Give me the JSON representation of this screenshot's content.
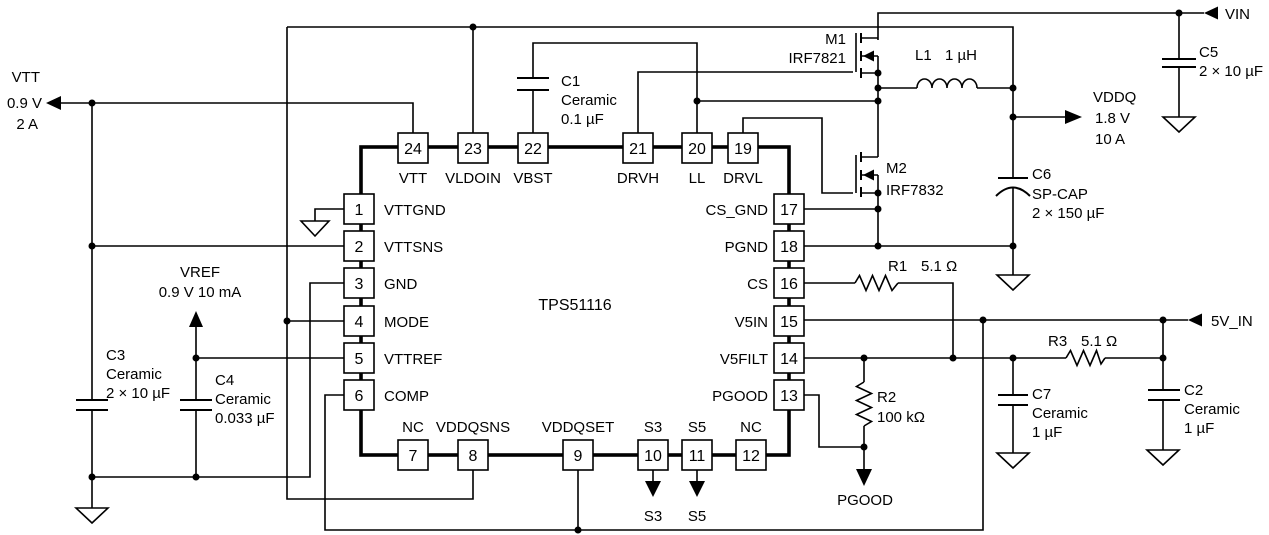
{
  "ic": {
    "part": "TPS51116"
  },
  "pins": {
    "top": [
      {
        "num": "24",
        "name": "VTT"
      },
      {
        "num": "23",
        "name": "VLDOIN"
      },
      {
        "num": "22",
        "name": "VBST"
      },
      {
        "num": "21",
        "name": "DRVH"
      },
      {
        "num": "20",
        "name": "LL"
      },
      {
        "num": "19",
        "name": "DRVL"
      }
    ],
    "left": [
      {
        "num": "1",
        "name": "VTTGND"
      },
      {
        "num": "2",
        "name": "VTTSNS"
      },
      {
        "num": "3",
        "name": "GND"
      },
      {
        "num": "4",
        "name": "MODE"
      },
      {
        "num": "5",
        "name": "VTTREF"
      },
      {
        "num": "6",
        "name": "COMP"
      }
    ],
    "right": [
      {
        "num": "17",
        "name": "CS_GND"
      },
      {
        "num": "18",
        "name": "PGND"
      },
      {
        "num": "16",
        "name": "CS"
      },
      {
        "num": "15",
        "name": "V5IN"
      },
      {
        "num": "14",
        "name": "V5FILT"
      },
      {
        "num": "13",
        "name": "PGOOD"
      }
    ],
    "bottom": [
      {
        "num": "7",
        "name": "NC"
      },
      {
        "num": "8",
        "name": "VDDQSNS"
      },
      {
        "num": "9",
        "name": "VDDQSET"
      },
      {
        "num": "10",
        "name": "S3"
      },
      {
        "num": "11",
        "name": "S5"
      },
      {
        "num": "12",
        "name": "NC"
      }
    ]
  },
  "nets": {
    "vtt": {
      "name": "VTT",
      "voltage": "0.9 V",
      "current": "2 A"
    },
    "vref": {
      "name": "VREF",
      "spec": "0.9 V  10 mA"
    },
    "vin": {
      "name": "VIN"
    },
    "vddq": {
      "name": "VDDQ",
      "voltage": "1.8 V",
      "current": "10 A"
    },
    "v5in": {
      "name": "5V_IN"
    },
    "pgood": {
      "name": "PGOOD"
    },
    "s3": {
      "name": "S3"
    },
    "s5": {
      "name": "S5"
    }
  },
  "components": {
    "m1": {
      "ref": "M1",
      "part": "IRF7821"
    },
    "m2": {
      "ref": "M2",
      "part": "IRF7832"
    },
    "l1": {
      "ref": "L1",
      "value": "1 µH"
    },
    "c1": {
      "ref": "C1",
      "type": "Ceramic",
      "value": "0.1 µF"
    },
    "c2": {
      "ref": "C2",
      "type": "Ceramic",
      "value": "1 µF"
    },
    "c3": {
      "ref": "C3",
      "type": "Ceramic",
      "value": "2 × 10 µF"
    },
    "c4": {
      "ref": "C4",
      "type": "Ceramic",
      "value": "0.033 µF"
    },
    "c5": {
      "ref": "C5",
      "value": "2 × 10 µF"
    },
    "c6": {
      "ref": "C6",
      "type": "SP-CAP",
      "value": "2 × 150 µF"
    },
    "c7": {
      "ref": "C7",
      "type": "Ceramic",
      "value": "1 µF"
    },
    "r1": {
      "ref": "R1",
      "value": "5.1 Ω"
    },
    "r2": {
      "ref": "R2",
      "value": "100 kΩ"
    },
    "r3": {
      "ref": "R3",
      "value": "5.1 Ω"
    }
  },
  "colors": {
    "wire": "#000000",
    "background": "#ffffff"
  }
}
